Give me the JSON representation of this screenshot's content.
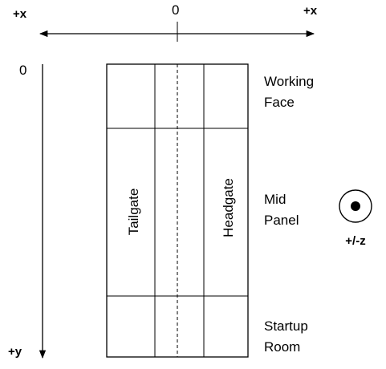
{
  "axes": {
    "x_origin_label": "0",
    "x_left_label": "+x",
    "x_right_label": "+x",
    "y_origin_label": "0",
    "y_end_label": "+y",
    "z_label": "+/-z"
  },
  "panel": {
    "tailgate_label": "Tailgate",
    "headgate_label": "Headgate"
  },
  "sections": {
    "working_face_line1": "Working",
    "working_face_line2": "Face",
    "mid_panel_line1": "Mid",
    "mid_panel_line2": "Panel",
    "startup_room_line1": "Startup",
    "startup_room_line2": "Room"
  },
  "colors": {
    "line": "#000000",
    "background": "#ffffff"
  }
}
